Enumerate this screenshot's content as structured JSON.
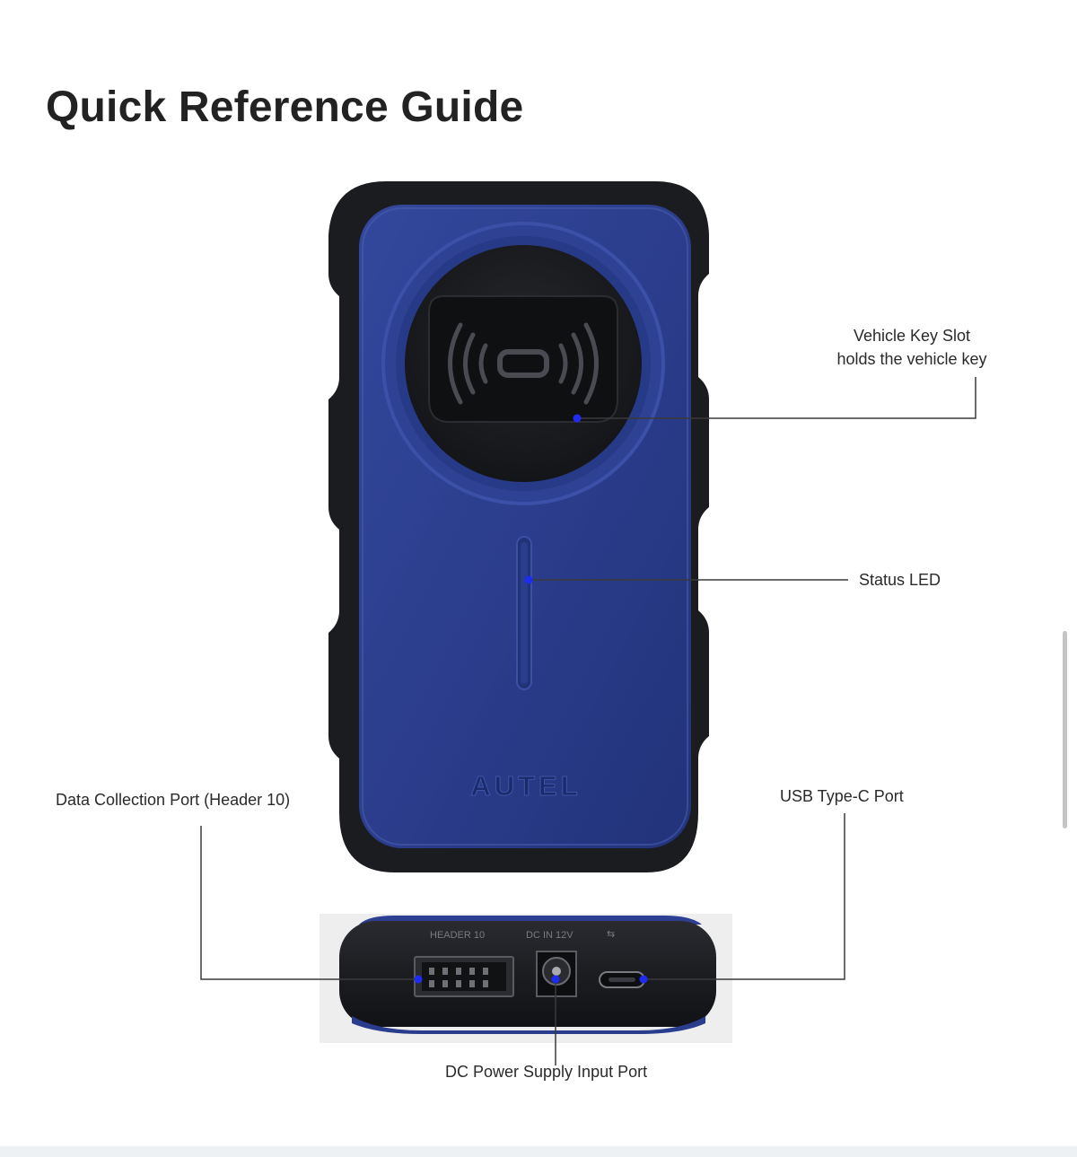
{
  "page": {
    "title": "Quick Reference Guide"
  },
  "device": {
    "brand": "AUTEL"
  },
  "callouts": {
    "vehicle_key_slot": {
      "title": "Vehicle Key Slot",
      "description": "holds the vehicle key"
    },
    "status_led": "Status LED",
    "data_collection_port": "Data Collection Port (Header 10)",
    "usb_type_c_port": "USB Type-C Port",
    "dc_power_port": "DC Power Supply Input Port"
  },
  "colors": {
    "device_blue": "#2b3d8c",
    "bumper_black": "#1b1c1f",
    "marker_blue": "#1e2cf0",
    "leader_line": "#3a3a3a"
  }
}
